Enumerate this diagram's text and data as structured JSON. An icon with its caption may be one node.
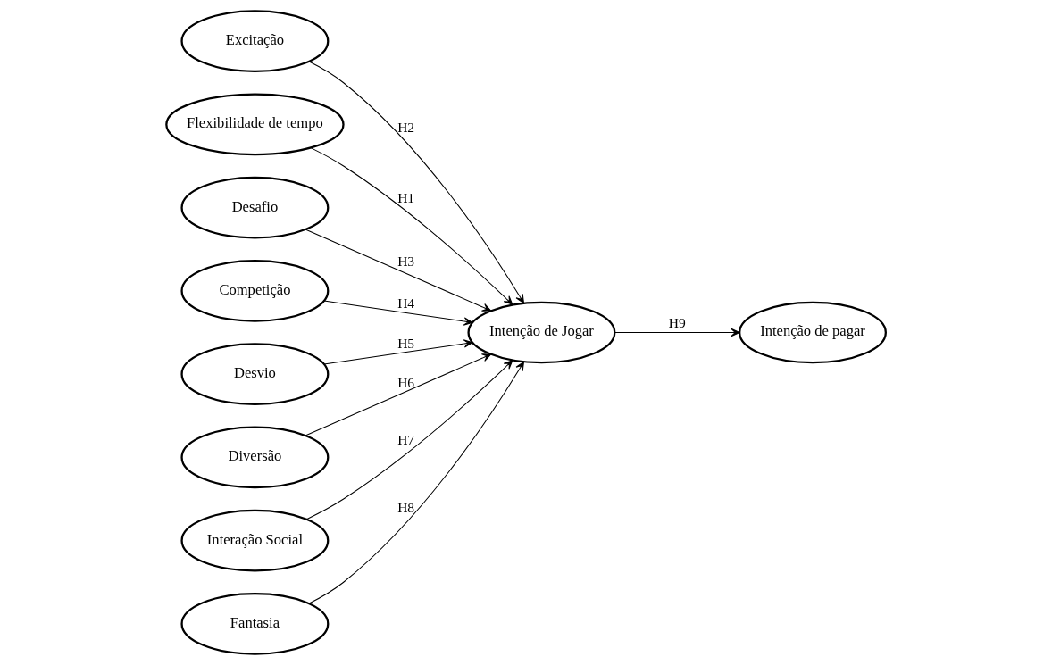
{
  "diagram": {
    "nodes": [
      {
        "text": [
          "Excitação"
        ]
      },
      {
        "text": [
          "Flexibilidade de tempo"
        ]
      },
      {
        "text": [
          "Desafio"
        ]
      },
      {
        "text": [
          "Competição"
        ]
      },
      {
        "text": [
          "Desvio"
        ]
      },
      {
        "text": [
          "Diversão"
        ]
      },
      {
        "text": [
          "Intenção de Jogar"
        ]
      },
      {
        "text": [
          "Intenção de pagar"
        ]
      },
      {
        "text": [
          "Interação Social"
        ]
      },
      {
        "text": [
          "Fantasia"
        ]
      }
    ],
    "edges": [
      {
        "from": 1,
        "to": 6,
        "arrow": "to",
        "label": "H1"
      },
      {
        "from": 0,
        "to": 6,
        "arrow": "to",
        "label": "H2"
      },
      {
        "from": 2,
        "to": 6,
        "arrow": "to",
        "label": "H3"
      },
      {
        "from": 3,
        "to": 6,
        "arrow": "to",
        "label": "H4"
      },
      {
        "from": 4,
        "to": 6,
        "arrow": "to",
        "label": "H5"
      },
      {
        "from": 5,
        "to": 6,
        "arrow": "to",
        "label": "H6"
      },
      {
        "from": 8,
        "to": 6,
        "arrow": "to",
        "label": "H7"
      },
      {
        "from": 9,
        "to": 6,
        "arrow": "to",
        "label": "H8"
      },
      {
        "from": 6,
        "to": 7,
        "arrow": "to",
        "label": "H9"
      }
    ]
  }
}
